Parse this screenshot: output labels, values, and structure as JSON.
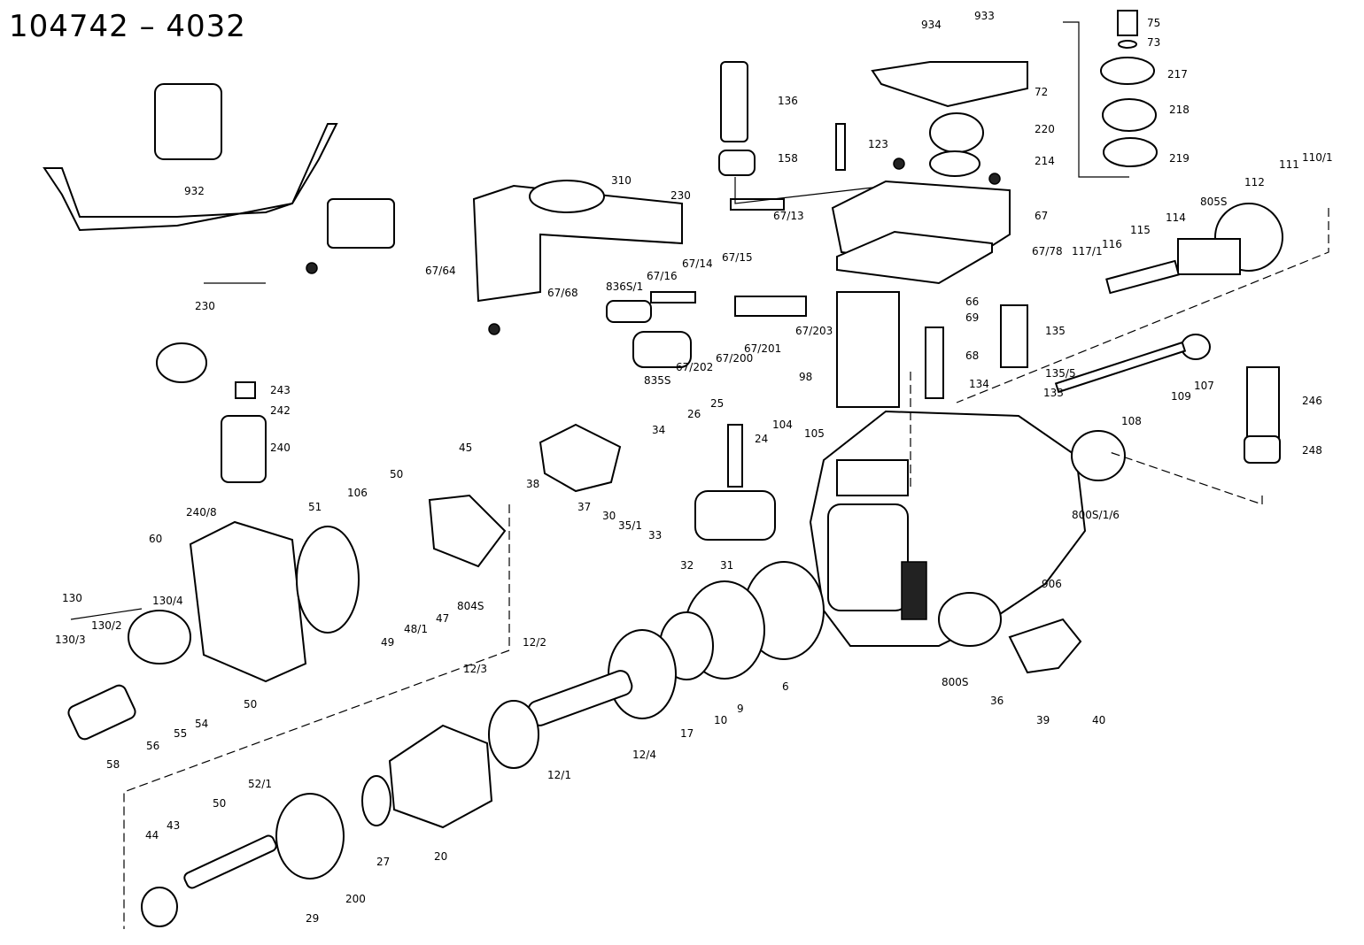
{
  "diagram_title": "104742 – 4032",
  "part_labels": [
    {
      "id": "p934",
      "text": "934"
    },
    {
      "id": "p933",
      "text": "933"
    },
    {
      "id": "p75",
      "text": "75"
    },
    {
      "id": "p73",
      "text": "73"
    },
    {
      "id": "p217",
      "text": "217"
    },
    {
      "id": "p136",
      "text": "136"
    },
    {
      "id": "p72",
      "text": "72"
    },
    {
      "id": "p218",
      "text": "218"
    },
    {
      "id": "p220",
      "text": "220"
    },
    {
      "id": "p123",
      "text": "123"
    },
    {
      "id": "p158",
      "text": "158"
    },
    {
      "id": "p214",
      "text": "214"
    },
    {
      "id": "p219",
      "text": "219"
    },
    {
      "id": "p110_1",
      "text": "110/1"
    },
    {
      "id": "p111",
      "text": "111"
    },
    {
      "id": "p112",
      "text": "112"
    },
    {
      "id": "p932",
      "text": "932"
    },
    {
      "id": "p310",
      "text": "310"
    },
    {
      "id": "p230a",
      "text": "230"
    },
    {
      "id": "p67",
      "text": "67"
    },
    {
      "id": "p67_13",
      "text": "67/13"
    },
    {
      "id": "p805s",
      "text": "805S"
    },
    {
      "id": "p114",
      "text": "114"
    },
    {
      "id": "p115",
      "text": "115"
    },
    {
      "id": "p116",
      "text": "116"
    },
    {
      "id": "p117_1",
      "text": "117/1"
    },
    {
      "id": "p67_15",
      "text": "67/15"
    },
    {
      "id": "p67_14",
      "text": "67/14"
    },
    {
      "id": "p67_78",
      "text": "67/78"
    },
    {
      "id": "p67_64",
      "text": "67/64"
    },
    {
      "id": "p67_16",
      "text": "67/16"
    },
    {
      "id": "p836s_1",
      "text": "836S/1"
    },
    {
      "id": "p67_68",
      "text": "67/68"
    },
    {
      "id": "p230b",
      "text": "230"
    },
    {
      "id": "p66",
      "text": "66"
    },
    {
      "id": "p69",
      "text": "69"
    },
    {
      "id": "p135",
      "text": "135"
    },
    {
      "id": "p67_203",
      "text": "67/203"
    },
    {
      "id": "p67_201",
      "text": "67/201"
    },
    {
      "id": "p67_200",
      "text": "67/200"
    },
    {
      "id": "p67_202",
      "text": "67/202"
    },
    {
      "id": "p835s",
      "text": "835S"
    },
    {
      "id": "p68",
      "text": "68"
    },
    {
      "id": "p107",
      "text": "107"
    },
    {
      "id": "p135_5",
      "text": "135/5"
    },
    {
      "id": "p134",
      "text": "134"
    },
    {
      "id": "p133",
      "text": "133"
    },
    {
      "id": "p109",
      "text": "109"
    },
    {
      "id": "p243",
      "text": "243"
    },
    {
      "id": "p98",
      "text": "98"
    },
    {
      "id": "p246",
      "text": "246"
    },
    {
      "id": "p242",
      "text": "242"
    },
    {
      "id": "p108",
      "text": "108"
    },
    {
      "id": "p25",
      "text": "25"
    },
    {
      "id": "p26",
      "text": "26"
    },
    {
      "id": "p24",
      "text": "24"
    },
    {
      "id": "p104",
      "text": "104"
    },
    {
      "id": "p34",
      "text": "34"
    },
    {
      "id": "p105",
      "text": "105"
    },
    {
      "id": "p240",
      "text": "240"
    },
    {
      "id": "p45",
      "text": "45"
    },
    {
      "id": "p38",
      "text": "38"
    },
    {
      "id": "p248",
      "text": "248"
    },
    {
      "id": "p50a",
      "text": "50"
    },
    {
      "id": "p106",
      "text": "106"
    },
    {
      "id": "p240_8",
      "text": "240/8"
    },
    {
      "id": "p51",
      "text": "51"
    },
    {
      "id": "p37",
      "text": "37"
    },
    {
      "id": "p30",
      "text": "30"
    },
    {
      "id": "p35_1",
      "text": "35/1"
    },
    {
      "id": "p33",
      "text": "33"
    },
    {
      "id": "p800s_1_6",
      "text": "800S/1/6"
    },
    {
      "id": "p60",
      "text": "60"
    },
    {
      "id": "p32",
      "text": "32"
    },
    {
      "id": "p31",
      "text": "31"
    },
    {
      "id": "p906",
      "text": "906"
    },
    {
      "id": "p130",
      "text": "130"
    },
    {
      "id": "p130_4",
      "text": "130/4"
    },
    {
      "id": "p804s",
      "text": "804S"
    },
    {
      "id": "p47",
      "text": "47"
    },
    {
      "id": "p130_2",
      "text": "130/2"
    },
    {
      "id": "p48_1",
      "text": "48/1"
    },
    {
      "id": "p130_3",
      "text": "130/3"
    },
    {
      "id": "p49",
      "text": "49"
    },
    {
      "id": "p12_2",
      "text": "12/2"
    },
    {
      "id": "p12_3",
      "text": "12/3"
    },
    {
      "id": "p6",
      "text": "6"
    },
    {
      "id": "p800s",
      "text": "800S"
    },
    {
      "id": "p50b",
      "text": "50"
    },
    {
      "id": "p9",
      "text": "9"
    },
    {
      "id": "p10",
      "text": "10"
    },
    {
      "id": "p17",
      "text": "17"
    },
    {
      "id": "p36",
      "text": "36"
    },
    {
      "id": "p40",
      "text": "40"
    },
    {
      "id": "p39",
      "text": "39"
    },
    {
      "id": "p54",
      "text": "54"
    },
    {
      "id": "p55",
      "text": "55"
    },
    {
      "id": "p56",
      "text": "56"
    },
    {
      "id": "p58",
      "text": "58"
    },
    {
      "id": "p12_4",
      "text": "12/4"
    },
    {
      "id": "p12_1",
      "text": "12/1"
    },
    {
      "id": "p52_1",
      "text": "52/1"
    },
    {
      "id": "p50c",
      "text": "50"
    },
    {
      "id": "p44",
      "text": "44"
    },
    {
      "id": "p43",
      "text": "43"
    },
    {
      "id": "p20",
      "text": "20"
    },
    {
      "id": "p27",
      "text": "27"
    },
    {
      "id": "p200",
      "text": "200"
    },
    {
      "id": "p29",
      "text": "29"
    }
  ]
}
